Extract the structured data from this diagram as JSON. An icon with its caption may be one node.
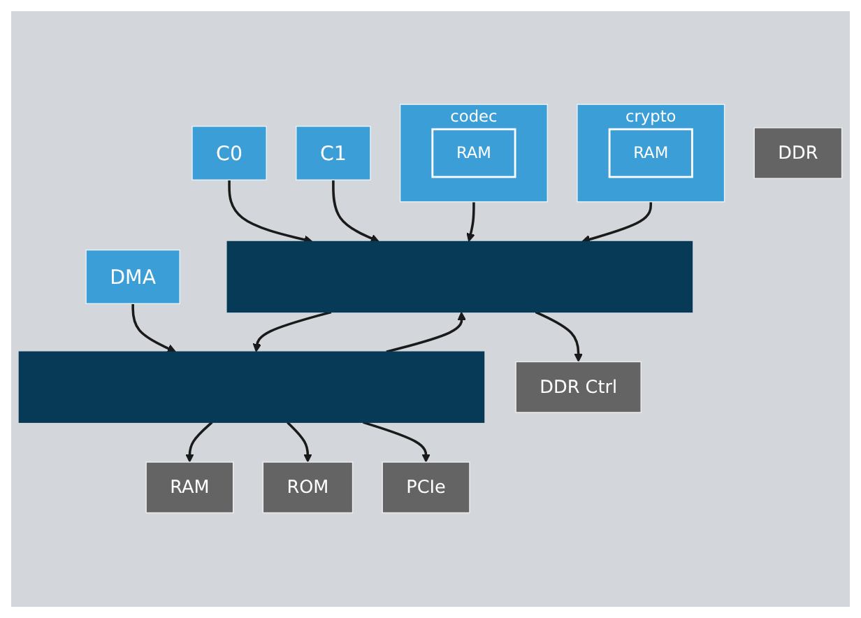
{
  "diagram": {
    "nodes": [
      {
        "text": [
          "C0"
        ]
      },
      {
        "text": [
          "C1"
        ]
      },
      {
        "text": [
          "codec"
        ]
      },
      {
        "text": [
          "RAM"
        ],
        "in": 2
      },
      {
        "text": [
          "crypto"
        ]
      },
      {
        "text": [
          "RAM"
        ],
        "in": 4
      },
      {
        "text": [
          "DMA"
        ]
      },
      {
        "text": [],
        "shape": "bar"
      },
      {
        "text": [],
        "shape": "bar"
      },
      {
        "text": [
          "DDR Ctrl"
        ]
      },
      {
        "text": [
          "DDR"
        ]
      },
      {
        "text": [
          "RAM"
        ]
      },
      {
        "text": [
          "ROM"
        ]
      },
      {
        "text": [
          "PCIe"
        ]
      }
    ],
    "edges": [
      {
        "from": 0,
        "to": 7,
        "arrow": "to"
      },
      {
        "from": 1,
        "to": 7,
        "arrow": "to"
      },
      {
        "from": 2,
        "to": 7,
        "arrow": "to"
      },
      {
        "from": 4,
        "to": 7,
        "arrow": "to"
      },
      {
        "from": 6,
        "to": 8,
        "arrow": "to"
      },
      {
        "from": 8,
        "to": 7,
        "arrow": "to"
      },
      {
        "from": 7,
        "to": 9,
        "arrow": "to"
      },
      {
        "from": 7,
        "to": 8,
        "arrow": "to"
      },
      {
        "from": 8,
        "to": 11,
        "arrow": "to"
      },
      {
        "from": 8,
        "to": 12,
        "arrow": "to"
      },
      {
        "from": 8,
        "to": 13,
        "arrow": "to"
      }
    ]
  }
}
